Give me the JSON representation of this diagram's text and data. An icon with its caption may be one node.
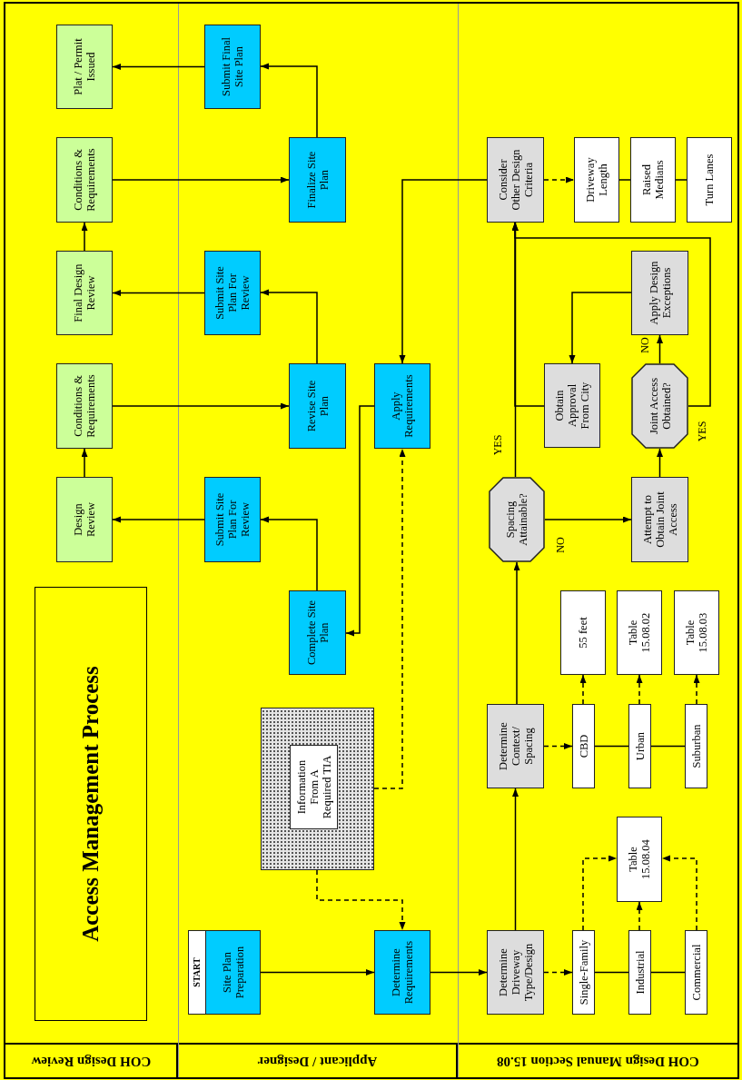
{
  "diagram": {
    "title": "Access Management Process",
    "nodes": [
      {
        "text": [
          "COH Design Review"
        ]
      },
      {
        "text": [
          "Applicant / Designer"
        ]
      },
      {
        "text": [
          "COH Design Manual Section 15.08"
        ]
      },
      {
        "text": [
          "START",
          "Site Plan Preparation"
        ],
        "in": 1
      },
      {
        "text": [],
        "shape": "box",
        "in": 1
      },
      {
        "text": [
          "Information From A Required TIA"
        ],
        "in": 4
      },
      {
        "text": [
          "Determine Requirements"
        ],
        "in": 1
      },
      {
        "text": [
          "Determine Driveway Type/Design"
        ],
        "in": 2
      },
      {
        "text": [
          "Single-Family"
        ],
        "in": 2
      },
      {
        "text": [
          "Industrial"
        ],
        "in": 2
      },
      {
        "text": [
          "Commercial"
        ],
        "in": 2
      },
      {
        "text": [
          "Table 15.08.04"
        ],
        "in": 2
      },
      {
        "text": [
          "Determine Context/ Spacing"
        ],
        "in": 2
      },
      {
        "text": [
          "CBD"
        ],
        "in": 2
      },
      {
        "text": [
          "Urban"
        ],
        "in": 2
      },
      {
        "text": [
          "Suburban"
        ],
        "in": 2
      },
      {
        "text": [
          "55 feet"
        ],
        "in": 2
      },
      {
        "text": [
          "Table 15.08.02"
        ],
        "in": 2
      },
      {
        "text": [
          "Table 15.08.03"
        ],
        "in": 2
      },
      {
        "text": [
          "Spacing Attainable?"
        ],
        "in": 2
      },
      {
        "text": [
          "Attempt to Obtain Joint Access"
        ],
        "in": 2
      },
      {
        "text": [
          "Joint Access Obtained?"
        ],
        "in": 2
      },
      {
        "text": [
          "Apply Design Exceptions"
        ],
        "in": 2
      },
      {
        "text": [
          "Obtain Approval From City"
        ],
        "in": 2
      },
      {
        "text": [
          "Consider Other Design Criteria"
        ],
        "in": 2
      },
      {
        "text": [
          "Driveway Length"
        ],
        "in": 2
      },
      {
        "text": [
          "Raised Medians"
        ],
        "in": 2
      },
      {
        "text": [
          "Turn Lanes"
        ],
        "in": 2
      },
      {
        "text": [
          "Apply Requirements"
        ],
        "in": 1
      },
      {
        "text": [
          "Complete Site Plan"
        ],
        "in": 1
      },
      {
        "text": [
          "Submit Site Plan For Review"
        ],
        "in": 1
      },
      {
        "text": [
          "Design Review"
        ],
        "in": 0
      },
      {
        "text": [
          "Conditions & Requirements"
        ],
        "in": 0
      },
      {
        "text": [
          "Revise Site Plan"
        ],
        "in": 1
      },
      {
        "text": [
          "Submit Site Plan For Review"
        ],
        "in": 1
      },
      {
        "text": [
          "Final Design Review"
        ],
        "in": 0
      },
      {
        "text": [
          "Conditions & Requirements"
        ],
        "in": 0
      },
      {
        "text": [
          "Finalize Site Plan"
        ],
        "in": 1
      },
      {
        "text": [
          "Submit Final Site Plan"
        ],
        "in": 1
      },
      {
        "text": [
          "Plat / Permit Issued"
        ],
        "in": 0
      }
    ],
    "edges": [
      {
        "from": 3,
        "to": 6,
        "arrow": "to"
      },
      {
        "from": 4,
        "to": 6,
        "arrow": "to",
        "style": "dashed"
      },
      {
        "from": 4,
        "to": 28,
        "arrow": "to",
        "style": "dashed"
      },
      {
        "from": 6,
        "to": 7,
        "arrow": "to"
      },
      {
        "from": 7,
        "to": 8,
        "arrow": "to",
        "style": "dashed"
      },
      {
        "from": 8,
        "to": 9,
        "arrow": "none"
      },
      {
        "from": 9,
        "to": 10,
        "arrow": "none"
      },
      {
        "from": 8,
        "to": 11,
        "arrow": "to",
        "style": "dashed"
      },
      {
        "from": 9,
        "to": 11,
        "arrow": "to",
        "style": "dashed"
      },
      {
        "from": 10,
        "to": 11,
        "arrow": "to",
        "style": "dashed"
      },
      {
        "from": 7,
        "to": 12,
        "arrow": "to"
      },
      {
        "from": 12,
        "to": 13,
        "arrow": "to",
        "style": "dashed"
      },
      {
        "from": 13,
        "to": 14,
        "arrow": "none"
      },
      {
        "from": 14,
        "to": 15,
        "arrow": "none"
      },
      {
        "from": 13,
        "to": 16,
        "arrow": "to",
        "style": "dashed"
      },
      {
        "from": 14,
        "to": 17,
        "arrow": "to",
        "style": "dashed"
      },
      {
        "from": 15,
        "to": 18,
        "arrow": "to",
        "style": "dashed"
      },
      {
        "from": 12,
        "to": 19,
        "arrow": "to"
      },
      {
        "from": 19,
        "to": 24,
        "arrow": "to",
        "label": "YES"
      },
      {
        "from": 19,
        "to": 20,
        "arrow": "to",
        "label": "NO"
      },
      {
        "from": 20,
        "to": 21,
        "arrow": "to"
      },
      {
        "from": 21,
        "to": 22,
        "arrow": "to",
        "label": "NO"
      },
      {
        "from": 21,
        "to": 24,
        "arrow": "to",
        "label": "YES"
      },
      {
        "from": 22,
        "to": 23,
        "arrow": "to"
      },
      {
        "from": 23,
        "to": 24,
        "arrow": "to"
      },
      {
        "from": 24,
        "to": 25,
        "arrow": "to",
        "style": "dashed"
      },
      {
        "from": 25,
        "to": 26,
        "arrow": "none"
      },
      {
        "from": 26,
        "to": 27,
        "arrow": "none"
      },
      {
        "from": 24,
        "to": 28,
        "arrow": "to"
      },
      {
        "from": 28,
        "to": 29,
        "arrow": "to"
      },
      {
        "from": 29,
        "to": 30,
        "arrow": "to"
      },
      {
        "from": 30,
        "to": 31,
        "arrow": "to"
      },
      {
        "from": 31,
        "to": 32,
        "arrow": "to"
      },
      {
        "from": 32,
        "to": 33,
        "arrow": "to"
      },
      {
        "from": 33,
        "to": 34,
        "arrow": "to"
      },
      {
        "from": 34,
        "to": 35,
        "arrow": "to"
      },
      {
        "from": 35,
        "to": 36,
        "arrow": "to"
      },
      {
        "from": 36,
        "to": 37,
        "arrow": "to"
      },
      {
        "from": 37,
        "to": 38,
        "arrow": "to"
      },
      {
        "from": 38,
        "to": 39,
        "arrow": "to"
      }
    ]
  }
}
